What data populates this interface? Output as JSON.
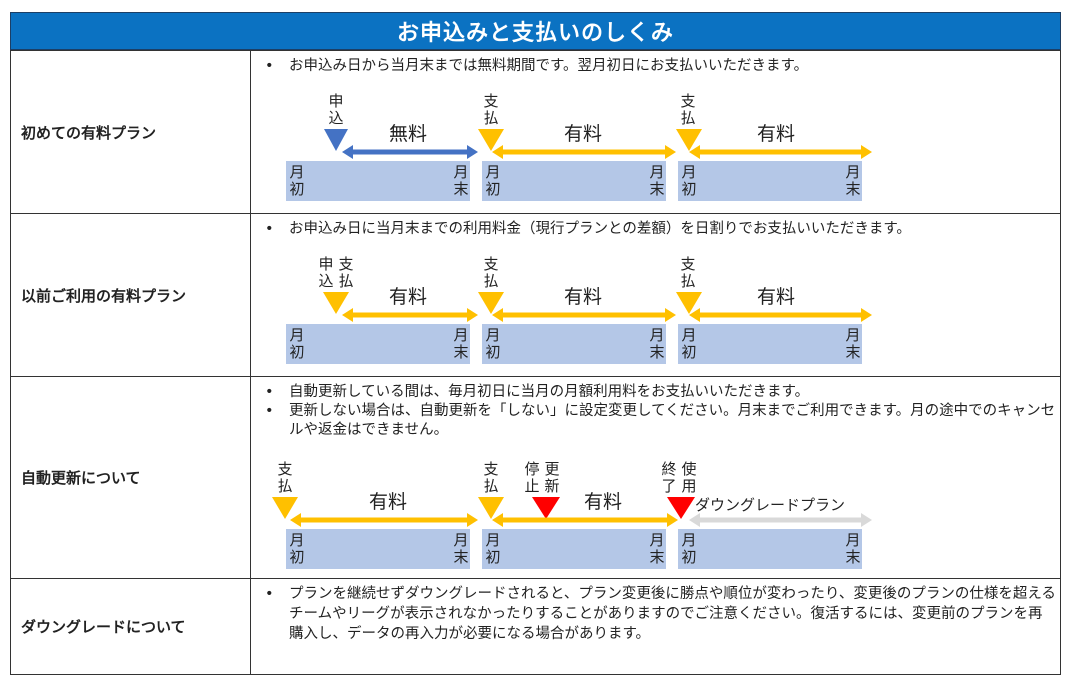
{
  "title": "お申込みと支払いのしくみ",
  "colors": {
    "header_bg": "#0b72c2",
    "month_bg": "#b4c7e7",
    "free_arrow": "#4472c4",
    "paid_arrow": "#ffc000",
    "marker_stop": "#ff0000",
    "downgrade_arrow": "#d9d9d9"
  },
  "month_start": "月\n初",
  "month_end": "月\n末",
  "rows": [
    {
      "label": "初めての有料プラン",
      "bullets": [
        "お申込み日から当月末までは無料期間です。翌月初日にお支払いいただきます。"
      ],
      "m_apply": "申\n込",
      "m_pay1": "支\n払",
      "m_pay2": "支\n払",
      "free": "無料",
      "paid1": "有料",
      "paid2": "有料"
    },
    {
      "label": "以前ご利用の有料プラン",
      "bullets": [
        "お申込み日に当月末までの利用料金（現行プランとの差額）を日割りでお支払いいただきます。"
      ],
      "m_apply_a": "申\n込",
      "m_apply_b": "支\n払",
      "m_pay1": "支\n払",
      "m_pay2": "支\n払",
      "paid0": "有料",
      "paid1": "有料",
      "paid2": "有料"
    },
    {
      "label": "自動更新について",
      "bullets": [
        "自動更新している間は、毎月初日に当月の月額利用料をお支払いいただきます。",
        "更新しない場合は、自動更新を「しない」に設定変更してください。月末までご利用できます。月の途中でのキャンセルや返金はできません。"
      ],
      "m_pay0": "支\n払",
      "m_pay1": "支\n払",
      "m_stop_a": "停\n止",
      "m_stop_b": "更\n新",
      "m_end_a": "終\n了",
      "m_end_b": "使\n用",
      "paid0": "有料",
      "paid1": "有料",
      "downgrade": "ダウングレードプラン"
    },
    {
      "label": "ダウングレードについて",
      "bullets": [
        "プランを継続せずダウングレードされると、プラン変更後に勝点や順位が変わったり、変更後のプランの仕様を超えるチームやリーグが表示されなかったりすることがありますのでご注意ください。復活するには、変更前のプランを再購入し、データの再入力が必要になる場合があります。"
      ]
    }
  ]
}
